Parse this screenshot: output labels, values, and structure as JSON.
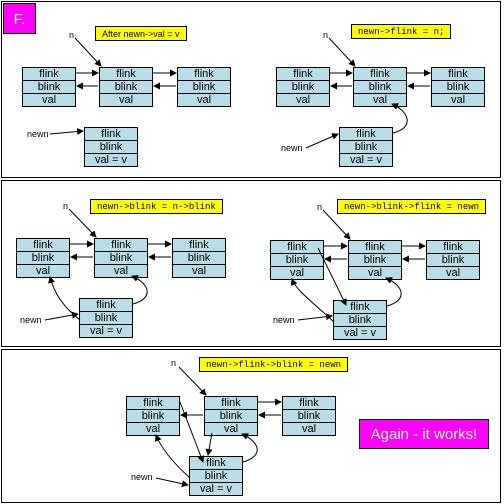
{
  "tag": "F.",
  "field_labels": {
    "flink": "flink",
    "blink": "blink",
    "val": "val",
    "val_v": "val = v"
  },
  "pointer_labels": {
    "n": "n",
    "newn": "newn"
  },
  "steps": [
    "After newn->val = v",
    "newn->flink = n;",
    "newn->blink = n->blink",
    "newn->blink->flink = newn",
    "newn->flink->blink = newn"
  ],
  "conclusion": "Again - it works!",
  "colors": {
    "node_fill": "#b9dde6",
    "note_fill": "#ffff00",
    "accent": "#ff00ff"
  }
}
